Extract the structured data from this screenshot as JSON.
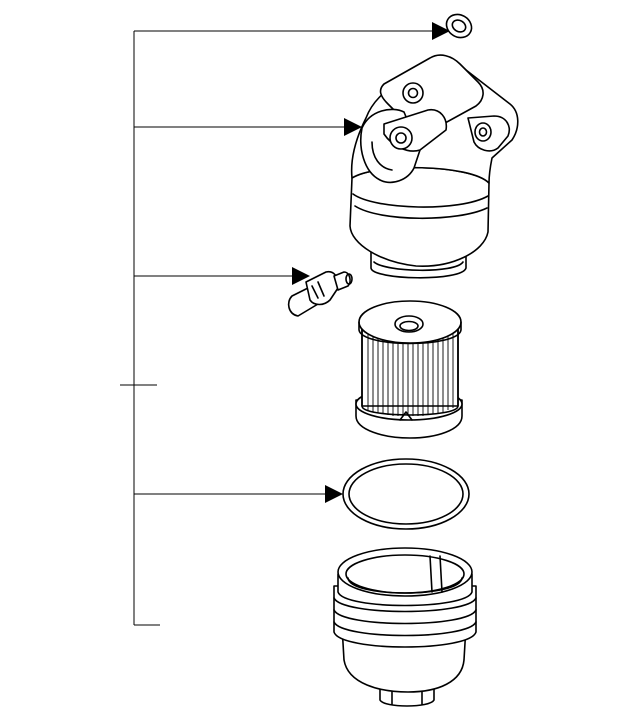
{
  "diagram": {
    "type": "exploded-parts-diagram",
    "line_color": "#000000",
    "background": "#ffffff",
    "parts": [
      {
        "id": "o-ring-small",
        "icon": "small-o-ring"
      },
      {
        "id": "filter-housing",
        "icon": "oil-filter-housing"
      },
      {
        "id": "sensor",
        "icon": "pressure-sensor"
      },
      {
        "id": "filter-element",
        "icon": "cartridge-filter-element"
      },
      {
        "id": "gasket",
        "icon": "o-ring-gasket"
      },
      {
        "id": "filter-cap",
        "icon": "threaded-filter-cap"
      }
    ],
    "callout_arrows": 4
  }
}
